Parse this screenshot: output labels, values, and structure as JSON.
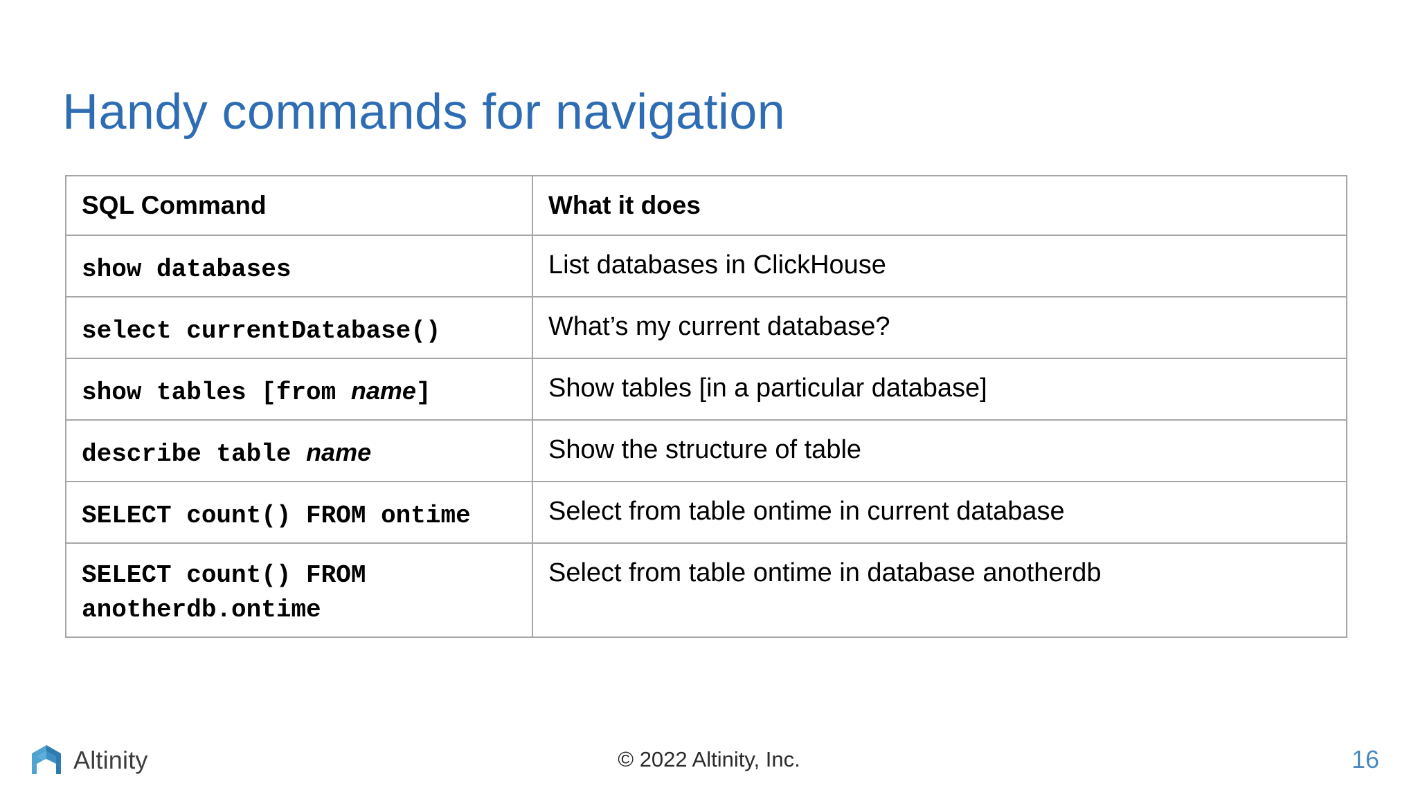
{
  "slide": {
    "title": "Handy commands for navigation",
    "title_color": "#2E6DB4",
    "background_color": "#FFFFFF"
  },
  "table": {
    "border_color": "#A6A6A6",
    "headers": {
      "command": "SQL Command",
      "description": "What it does"
    },
    "rows": [
      {
        "command_pre": "show databases",
        "command_var": "",
        "command_post": "",
        "description": "List databases in ClickHouse"
      },
      {
        "command_pre": "select currentDatabase()",
        "command_var": "",
        "command_post": "",
        "description": "What’s my current database?"
      },
      {
        "command_pre": "show tables [from ",
        "command_var": "name",
        "command_post": "]",
        "description": "Show tables [in a particular database]"
      },
      {
        "command_pre": "describe table ",
        "command_var": "name",
        "command_post": "",
        "description": "Show the structure of table"
      },
      {
        "command_pre": "SELECT count() FROM ontime",
        "command_var": "",
        "command_post": "",
        "description": "Select from table ontime in current database"
      },
      {
        "command_pre": "SELECT count() FROM anotherdb.ontime",
        "command_var": "",
        "command_post": "",
        "description": "Select from table ontime in database anotherdb"
      }
    ]
  },
  "footer": {
    "logo_text": "Altinity",
    "logo_icon": "altinity-arch-logo",
    "logo_color_light": "#4FA3D1",
    "logo_color_dark": "#2E7BB0",
    "copyright": "© 2022 Altinity, Inc.",
    "page_number": "16",
    "page_number_color": "#4A8AC0"
  }
}
